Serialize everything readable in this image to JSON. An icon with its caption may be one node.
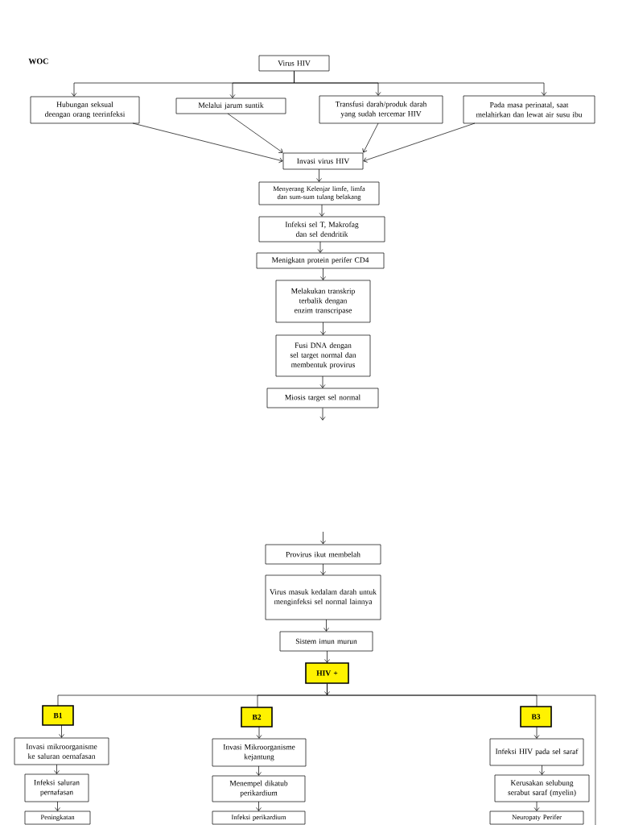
{
  "diagram": {
    "title": "WOC",
    "nodes": [
      {
        "text": [
          "Virus HIV"
        ]
      },
      {
        "text": [
          "Hubungan seksual deengan orang teerinfeksi"
        ]
      },
      {
        "text": [
          "Melalui jarum suntik"
        ]
      },
      {
        "text": [
          "Transfusi darah/produk darah yang sudah tercemar HIV"
        ]
      },
      {
        "text": [
          "Pada masa perinatal, saat melahirkan dan lewat air susu ibu"
        ]
      },
      {
        "text": [
          "Invasi virus HIV"
        ]
      },
      {
        "text": [
          "Menyerang Kelenjar limfe, limfa dan sum-sum tulang belakang"
        ]
      },
      {
        "text": [
          "Infeksi sel T, Makrofag dan sel dendritik"
        ]
      },
      {
        "text": [
          "Menigkatn protein perifer CD4"
        ]
      },
      {
        "text": [
          "Melakukan transkrip terbalik dengan enzim transcripase"
        ]
      },
      {
        "text": [
          "Fusi DNA dengan sel target normal dan membentuk provirus"
        ]
      },
      {
        "text": [
          "Miosis target sel normal"
        ]
      },
      {
        "text": [
          "Provirus ikut membelah"
        ]
      },
      {
        "text": [
          "Virus masuk kedalam darah untuk menginfeksi sel normal lainnya"
        ]
      },
      {
        "text": [
          "Sistem imun murun"
        ]
      },
      {
        "text": [
          "HIV +"
        ]
      },
      {
        "text": [
          "B1"
        ]
      },
      {
        "text": [
          "B2"
        ]
      },
      {
        "text": [
          "B3"
        ]
      },
      {
        "text": [
          "Invasi mikroorganisme ke saluran oernafasan"
        ]
      },
      {
        "text": [
          "Invasi Mikroorganisme kejantung"
        ]
      },
      {
        "text": [
          "Infeksi HIV pada sel saraf"
        ]
      },
      {
        "text": [
          "Infeksi saluran pernafasan"
        ]
      },
      {
        "text": [
          "Menempel dikatub perikardium"
        ]
      },
      {
        "text": [
          "Kerusakan selubung serabut saraf (myelin)"
        ]
      },
      {
        "text": [
          "Peningkatan"
        ]
      },
      {
        "text": [
          "Infeksi perikardium"
        ]
      },
      {
        "text": [
          "Neuropaty Perifer"
        ]
      }
    ],
    "edges": [
      {
        "from": 0,
        "to": 1,
        "arrow": "to"
      },
      {
        "from": 0,
        "to": 2,
        "arrow": "to"
      },
      {
        "from": 0,
        "to": 3,
        "arrow": "to"
      },
      {
        "from": 0,
        "to": 4,
        "arrow": "to"
      },
      {
        "from": 1,
        "to": 5,
        "arrow": "to"
      },
      {
        "from": 2,
        "to": 5,
        "arrow": "to"
      },
      {
        "from": 3,
        "to": 5,
        "arrow": "to"
      },
      {
        "from": 4,
        "to": 5,
        "arrow": "to"
      },
      {
        "from": 5,
        "to": 6,
        "arrow": "to"
      },
      {
        "from": 6,
        "to": 7,
        "arrow": "to"
      },
      {
        "from": 7,
        "to": 8,
        "arrow": "to"
      },
      {
        "from": 8,
        "to": 9,
        "arrow": "to"
      },
      {
        "from": 9,
        "to": 10,
        "arrow": "to"
      },
      {
        "from": 10,
        "to": 11,
        "arrow": "to"
      },
      {
        "from": 11,
        "to": null,
        "arrow": "to"
      },
      {
        "from": null,
        "to": 12,
        "arrow": "to"
      },
      {
        "from": 12,
        "to": 13,
        "arrow": "to"
      },
      {
        "from": 13,
        "to": 14,
        "arrow": "to"
      },
      {
        "from": 14,
        "to": 15,
        "arrow": "to"
      },
      {
        "from": 15,
        "to": 16,
        "arrow": "none"
      },
      {
        "from": 15,
        "to": 17,
        "arrow": "none"
      },
      {
        "from": 15,
        "to": 18,
        "arrow": "none"
      },
      {
        "from": 15,
        "to": null,
        "arrow": "none"
      },
      {
        "from": 16,
        "to": 19,
        "arrow": "to"
      },
      {
        "from": 19,
        "to": 22,
        "arrow": "to"
      },
      {
        "from": 22,
        "to": 25,
        "arrow": "to"
      },
      {
        "from": 17,
        "to": 20,
        "arrow": "to"
      },
      {
        "from": 20,
        "to": 23,
        "arrow": "to"
      },
      {
        "from": 23,
        "to": 26,
        "arrow": "to"
      },
      {
        "from": 18,
        "to": 21,
        "arrow": "to"
      },
      {
        "from": 21,
        "to": 24,
        "arrow": "to"
      },
      {
        "from": 24,
        "to": 27,
        "arrow": "to"
      }
    ]
  }
}
